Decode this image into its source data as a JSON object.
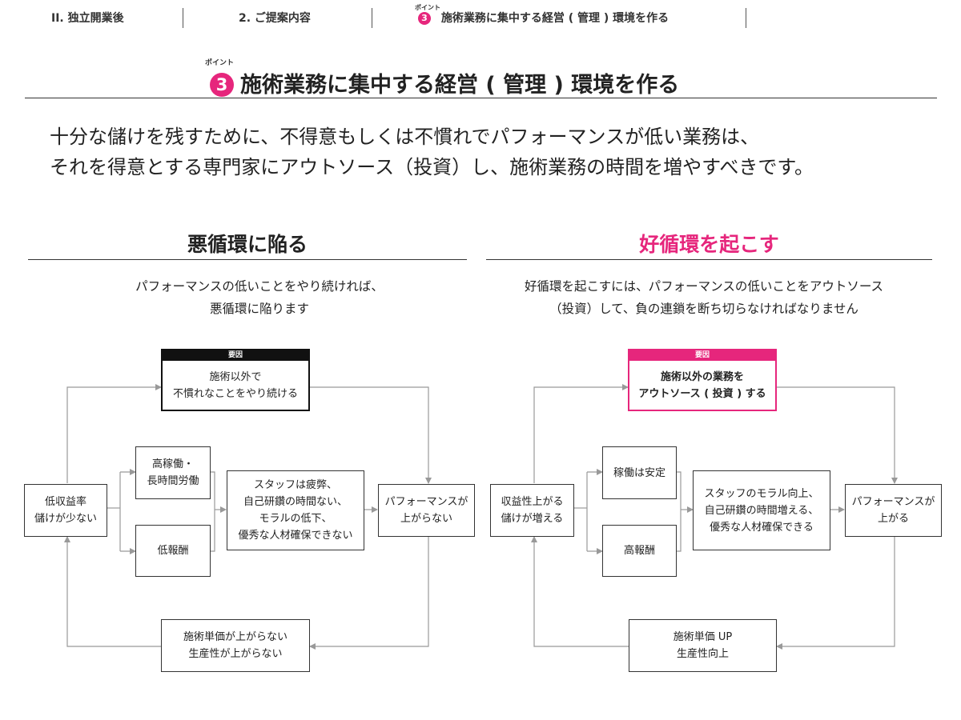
{
  "breadcrumb": {
    "items": [
      {
        "label": "II. 独立開業後"
      },
      {
        "label": "2. ご提案内容"
      },
      {
        "ruby": "ポイント",
        "number": "3",
        "label": "施術業務に集中する経営 ( 管理 ) 環境を作る"
      }
    ]
  },
  "heading": {
    "ruby": "ポイント",
    "number": "3",
    "title": "施術業務に集中する経営 ( 管理 ) 環境を作る"
  },
  "lead": {
    "line1": "十分な儲けを残すために、不得意もしくは不慣れでパフォーマンスが低い業務は、",
    "line2": "それを得意とする専門家にアウトソース（投資）し、施術業務の時間を増やすべきです。"
  },
  "colors": {
    "accent": "#e6267c",
    "dark": "#111111",
    "line": "#999999"
  },
  "vicious": {
    "title": "悪循環に陥る",
    "desc1": "パフォーマンスの低いことをやり続ければ、",
    "desc2": "悪循環に陥ります",
    "tag": "要因",
    "cause": "施術以外で\n不慣れなことをやり続ける",
    "left": "低収益率\n儲けが少ない",
    "top_mid": "高稼働・\n長時間労働",
    "bottom_mid": "低報酬",
    "center": "スタッフは疲弊、\n自己研鑽の時間ない、\nモラルの低下、\n優秀な人材確保できない",
    "right": "パフォーマンスが\n上がらない",
    "bottom": "施術単価が上がらない\n生産性が上がらない"
  },
  "virtuous": {
    "title": "好循環を起こす",
    "desc1": "好循環を起こすには、パフォーマンスの低いことをアウトソース",
    "desc2": "（投資）して、負の連鎖を断ち切らなければなりません",
    "tag": "要因",
    "cause": "施術以外の業務を\nアウトソース ( 投資 ) する",
    "left": "収益性上がる\n儲けが増える",
    "top_mid": "稼働は安定",
    "bottom_mid": "高報酬",
    "center": "スタッフのモラル向上、\n自己研鑽の時間増える、\n優秀な人材確保できる",
    "right": "パフォーマンスが\n上がる",
    "bottom": "施術単価 UP\n生産性向上"
  }
}
